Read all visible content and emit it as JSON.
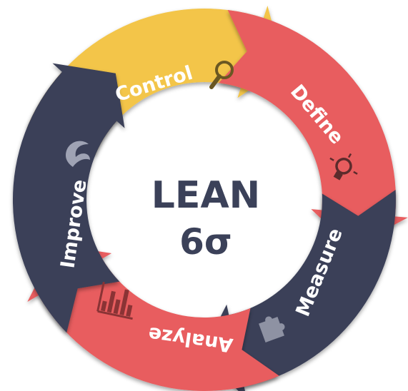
{
  "center": {
    "title": "LEAN",
    "subtitle": "6σ"
  },
  "colors": {
    "yellow": "#f3c548",
    "red": "#e85d5e",
    "navy": "#3a3f58",
    "text_dark": "#3b4159",
    "icon_light": "#c7cad6"
  },
  "segments": [
    {
      "label": "Control",
      "color": "yellow",
      "icon": "magnifier-icon"
    },
    {
      "label": "Define",
      "color": "red",
      "icon": "lightbulb-icon"
    },
    {
      "label": "Measure",
      "color": "navy",
      "icon": "puzzle-icon"
    },
    {
      "label": "Analyze",
      "color": "red",
      "icon": "bar-chart-icon"
    },
    {
      "label": "Improve",
      "color": "navy",
      "icon": "gears-icon"
    }
  ]
}
